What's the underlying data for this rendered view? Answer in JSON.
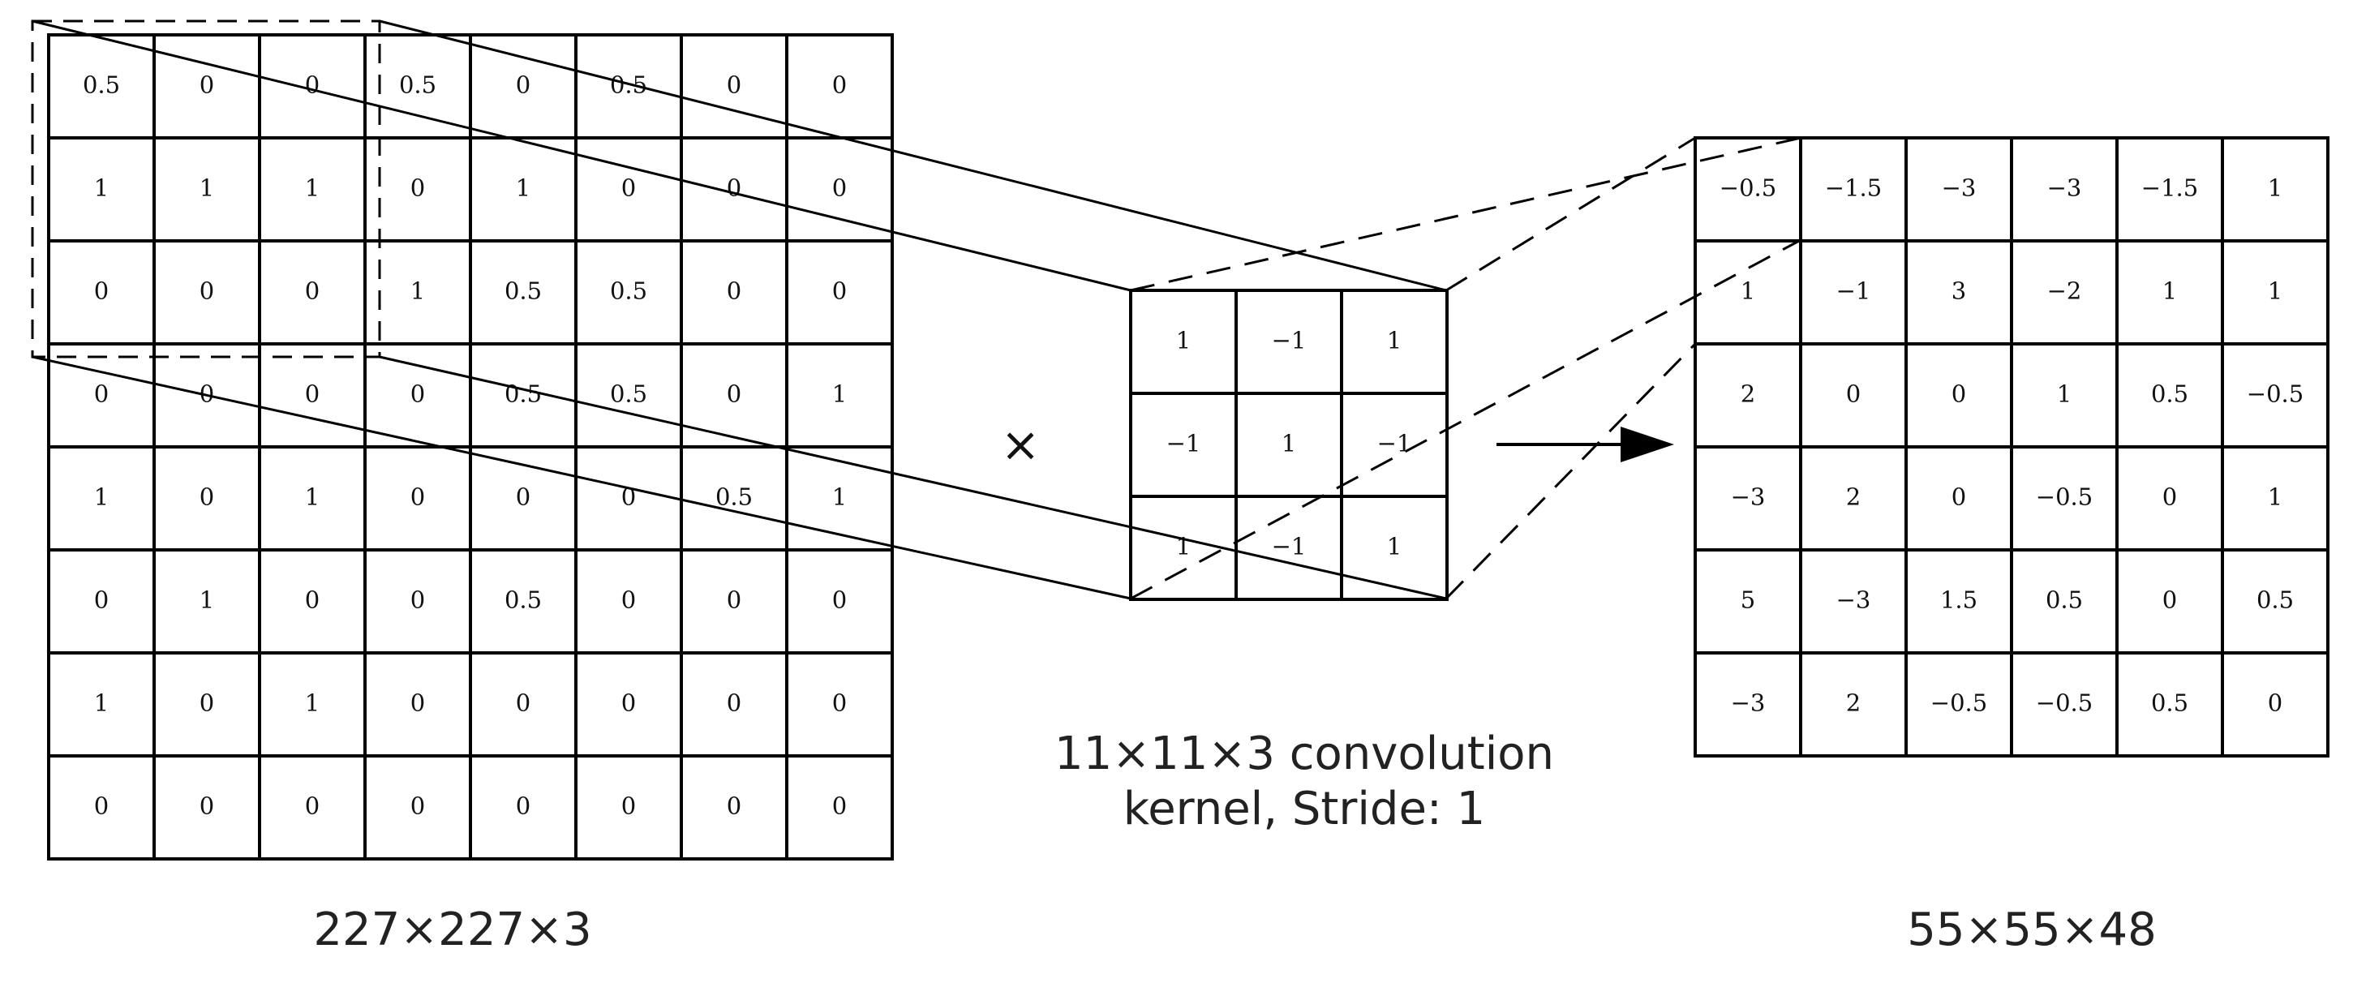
{
  "input_matrix": {
    "rows": [
      [
        "0.5",
        "0",
        "0",
        "0.5",
        "0",
        "0.5",
        "0",
        "0"
      ],
      [
        "1",
        "1",
        "1",
        "0",
        "1",
        "0",
        "0",
        "0"
      ],
      [
        "0",
        "0",
        "0",
        "1",
        "0.5",
        "0.5",
        "0",
        "0"
      ],
      [
        "0",
        "0",
        "0",
        "0",
        "0.5",
        "0.5",
        "0",
        "1"
      ],
      [
        "1",
        "0",
        "1",
        "0",
        "0",
        "0",
        "0.5",
        "1"
      ],
      [
        "0",
        "1",
        "0",
        "0",
        "0.5",
        "0",
        "0",
        "0"
      ],
      [
        "1",
        "0",
        "1",
        "0",
        "0",
        "0",
        "0",
        "0"
      ],
      [
        "0",
        "0",
        "0",
        "0",
        "0",
        "0",
        "0",
        "0"
      ]
    ],
    "label": "227×227×3"
  },
  "kernel_matrix": {
    "rows": [
      [
        "1",
        "−1",
        "1"
      ],
      [
        "−1",
        "1",
        "−1"
      ],
      [
        "1",
        "−1",
        "1"
      ]
    ],
    "label_line1": "11×11×3 convolution",
    "label_line2": "kernel, Stride: 1"
  },
  "output_matrix": {
    "rows": [
      [
        "−0.5",
        "−1.5",
        "−3",
        "−3",
        "−1.5",
        "1"
      ],
      [
        "1",
        "−1",
        "3",
        "−2",
        "1",
        "1"
      ],
      [
        "2",
        "0",
        "0",
        "1",
        "0.5",
        "−0.5"
      ],
      [
        "−3",
        "2",
        "0",
        "−0.5",
        "0",
        "1"
      ],
      [
        "5",
        "−3",
        "1.5",
        "0.5",
        "0",
        "0.5"
      ],
      [
        "−3",
        "2",
        "−0.5",
        "−0.5",
        "0.5",
        "0"
      ]
    ],
    "label": "55×55×48"
  },
  "operators": {
    "multiply": "×"
  }
}
